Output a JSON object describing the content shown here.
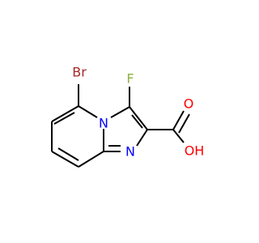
{
  "molecule": {
    "atoms": {
      "bromine": "Br",
      "fluorine": "F",
      "bridgehead_nitrogen": "N",
      "imidazole_nitrogen": "N",
      "carbonyl_oxygen": "O",
      "hydroxyl": "OH"
    }
  },
  "colors": {
    "bond": "#000000",
    "bromine": "#a52a2a",
    "fluorine": "#90b040",
    "nitrogen": "#0000ff",
    "oxygen": "#ff0000"
  }
}
